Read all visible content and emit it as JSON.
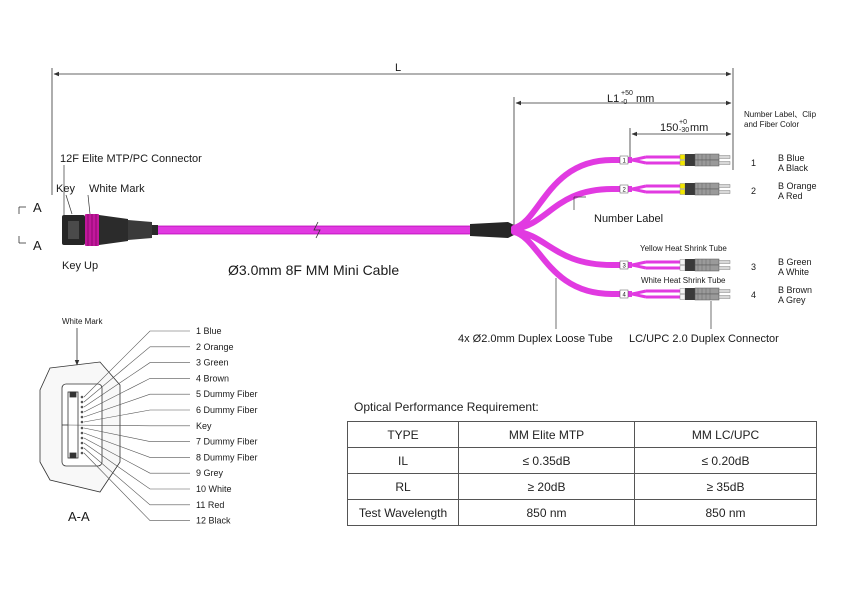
{
  "colors": {
    "cable": "#e13ae1",
    "cable_dark": "#b400b0",
    "connector": "#2b2b2b",
    "boot": "#c2189c",
    "line": "#333333",
    "heat_shrink_yellow": "#f2e600",
    "lc_body": "#9a9a9a"
  },
  "dims": {
    "total_length": "L",
    "breakout_length": "L1",
    "breakout_tol_plus": "+50",
    "breakout_tol_minus": "-0",
    "breakout_unit": "mm",
    "leg_length": "150",
    "leg_tol_plus": "+0",
    "leg_tol_minus": "-30",
    "leg_unit": "mm"
  },
  "labels": {
    "mtp_connector": "12F Elite MTP/PC Connector",
    "key": "Key",
    "white_mark": "White Mark",
    "key_up": "Key Up",
    "section_mark": "A",
    "section_view": "A-A",
    "main_cable": "Ø3.0mm 8F MM Mini Cable",
    "number_label": "Number Label",
    "number_label_header": [
      "Number Label、Clip",
      "and Fiber Color"
    ],
    "yellow_heat_shrink": "Yellow Heat Shrink Tube",
    "white_heat_shrink": "White Heat Shrink Tube",
    "loose_tube": "4x Ø2.0mm Duplex Loose Tube",
    "lc_connector": "LC/UPC  2.0 Duplex Connector",
    "endface_white_mark": "White Mark"
  },
  "legs": [
    {
      "number": "1",
      "b": "B  Blue",
      "a": "A  Black"
    },
    {
      "number": "2",
      "b": "B  Orange",
      "a": "A  Red"
    },
    {
      "number": "3",
      "b": "B  Green",
      "a": "A  White"
    },
    {
      "number": "4",
      "b": "B  Brown",
      "a": "A  Grey"
    }
  ],
  "fibers": [
    "1 Blue",
    "2 Orange",
    "3 Green",
    "4 Brown",
    "5 Dummy Fiber",
    "6 Dummy Fiber",
    "Key",
    "7 Dummy Fiber",
    "8 Dummy Fiber",
    "9 Grey",
    "10 White",
    "11 Red",
    "12 Black"
  ],
  "performance": {
    "title": "Optical Performance Requirement:",
    "header": [
      "TYPE",
      "MM Elite MTP",
      "MM LC/UPC"
    ],
    "rows": [
      [
        "IL",
        "≤ 0.35dB",
        "≤ 0.20dB"
      ],
      [
        "RL",
        "≥ 20dB",
        "≥ 35dB"
      ],
      [
        "Test Wavelength",
        "850 nm",
        "850 nm"
      ]
    ]
  }
}
